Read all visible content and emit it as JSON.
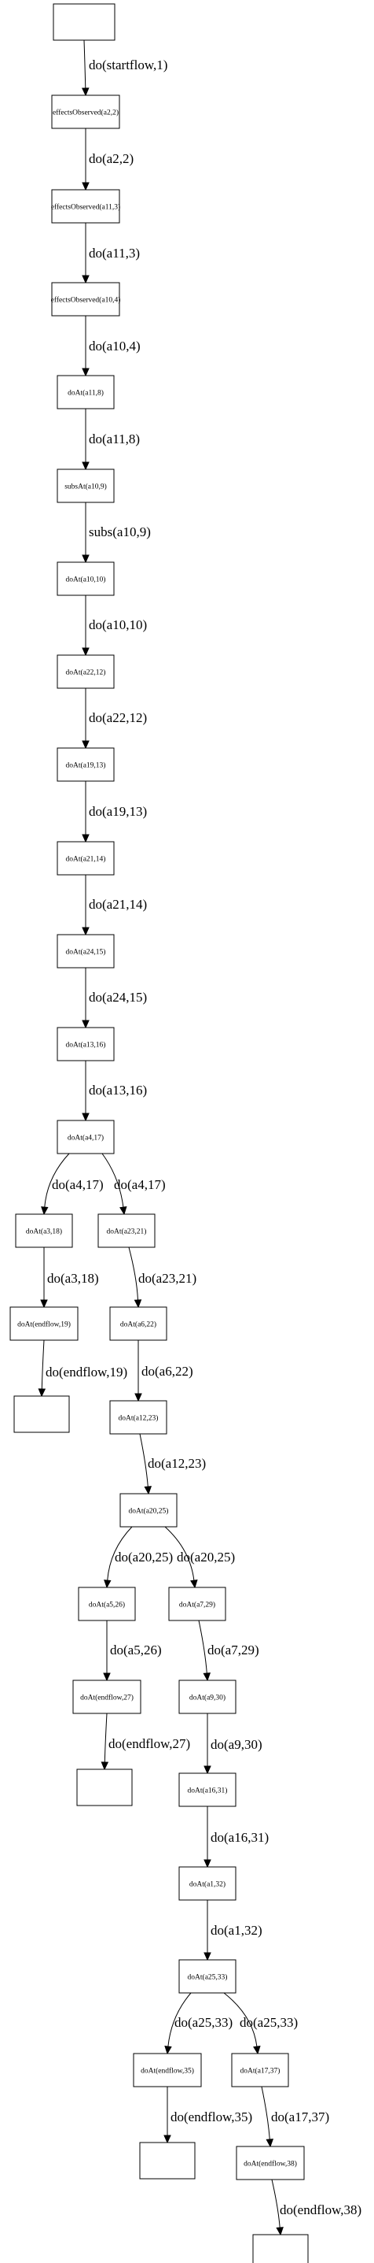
{
  "diagram": {
    "nodes": [
      {
        "id": "start",
        "label": ""
      },
      {
        "id": "n1",
        "label": "effectsObserved(a2,2)"
      },
      {
        "id": "n2",
        "label": "effectsObserved(a11,3)"
      },
      {
        "id": "n3",
        "label": "effectsObserved(a10,4)"
      },
      {
        "id": "n4",
        "label": "doAt(a11,8)"
      },
      {
        "id": "n5",
        "label": "subsAt(a10,9)"
      },
      {
        "id": "n6",
        "label": "doAt(a10,10)"
      },
      {
        "id": "n7",
        "label": "doAt(a22,12)"
      },
      {
        "id": "n8",
        "label": "doAt(a19,13)"
      },
      {
        "id": "n9",
        "label": "doAt(a21,14)"
      },
      {
        "id": "n10",
        "label": "doAt(a24,15)"
      },
      {
        "id": "n11",
        "label": "doAt(a13,16)"
      },
      {
        "id": "n12",
        "label": "doAt(a4,17)"
      },
      {
        "id": "n13",
        "label": "doAt(a3,18)"
      },
      {
        "id": "n14",
        "label": "doAt(a23,21)"
      },
      {
        "id": "n15",
        "label": "doAt(endflow,19)"
      },
      {
        "id": "n16",
        "label": "doAt(a6,22)"
      },
      {
        "id": "end1",
        "label": ""
      },
      {
        "id": "n17",
        "label": "doAt(a12,23)"
      },
      {
        "id": "n18",
        "label": "doAt(a20,25)"
      },
      {
        "id": "n19",
        "label": "doAt(a5,26)"
      },
      {
        "id": "n20",
        "label": "doAt(a7,29)"
      },
      {
        "id": "n21",
        "label": "doAt(endflow,27)"
      },
      {
        "id": "n22",
        "label": "doAt(a9,30)"
      },
      {
        "id": "end2",
        "label": ""
      },
      {
        "id": "n23",
        "label": "doAt(a16,31)"
      },
      {
        "id": "n24",
        "label": "doAt(a1,32)"
      },
      {
        "id": "n25",
        "label": "doAt(a25,33)"
      },
      {
        "id": "n26",
        "label": "doAt(endflow,35)"
      },
      {
        "id": "n27",
        "label": "doAt(a17,37)"
      },
      {
        "id": "end3",
        "label": ""
      },
      {
        "id": "n28",
        "label": "doAt(endflow,38)"
      },
      {
        "id": "end4",
        "label": ""
      }
    ],
    "edges": [
      {
        "from": "start",
        "to": "n1",
        "label": "do(startflow,1)"
      },
      {
        "from": "n1",
        "to": "n2",
        "label": "do(a2,2)"
      },
      {
        "from": "n2",
        "to": "n3",
        "label": "do(a11,3)"
      },
      {
        "from": "n3",
        "to": "n4",
        "label": "do(a10,4)"
      },
      {
        "from": "n4",
        "to": "n5",
        "label": "do(a11,8)"
      },
      {
        "from": "n5",
        "to": "n6",
        "label": "subs(a10,9)"
      },
      {
        "from": "n6",
        "to": "n7",
        "label": "do(a10,10)"
      },
      {
        "from": "n7",
        "to": "n8",
        "label": "do(a22,12)"
      },
      {
        "from": "n8",
        "to": "n9",
        "label": "do(a19,13)"
      },
      {
        "from": "n9",
        "to": "n10",
        "label": "do(a21,14)"
      },
      {
        "from": "n10",
        "to": "n11",
        "label": "do(a24,15)"
      },
      {
        "from": "n11",
        "to": "n12",
        "label": "do(a13,16)"
      },
      {
        "from": "n12",
        "to": "n13",
        "label": "do(a4,17)"
      },
      {
        "from": "n12",
        "to": "n14",
        "label": "do(a4,17)"
      },
      {
        "from": "n13",
        "to": "n15",
        "label": "do(a3,18)"
      },
      {
        "from": "n14",
        "to": "n16",
        "label": "do(a23,21)"
      },
      {
        "from": "n15",
        "to": "end1",
        "label": "do(endflow,19)"
      },
      {
        "from": "n16",
        "to": "n17",
        "label": "do(a6,22)"
      },
      {
        "from": "n17",
        "to": "n18",
        "label": "do(a12,23)"
      },
      {
        "from": "n18",
        "to": "n19",
        "label": "do(a20,25)"
      },
      {
        "from": "n18",
        "to": "n20",
        "label": "do(a20,25)"
      },
      {
        "from": "n19",
        "to": "n21",
        "label": "do(a5,26)"
      },
      {
        "from": "n20",
        "to": "n22",
        "label": "do(a7,29)"
      },
      {
        "from": "n21",
        "to": "end2",
        "label": "do(endflow,27)"
      },
      {
        "from": "n22",
        "to": "n23",
        "label": "do(a9,30)"
      },
      {
        "from": "n23",
        "to": "n24",
        "label": "do(a16,31)"
      },
      {
        "from": "n24",
        "to": "n25",
        "label": "do(a1,32)"
      },
      {
        "from": "n25",
        "to": "n26",
        "label": "do(a25,33)"
      },
      {
        "from": "n25",
        "to": "n27",
        "label": "do(a25,33)"
      },
      {
        "from": "n26",
        "to": "end3",
        "label": "do(endflow,35)"
      },
      {
        "from": "n27",
        "to": "n28",
        "label": "do(a17,37)"
      },
      {
        "from": "n28",
        "to": "end4",
        "label": "do(endflow,38)"
      }
    ]
  }
}
